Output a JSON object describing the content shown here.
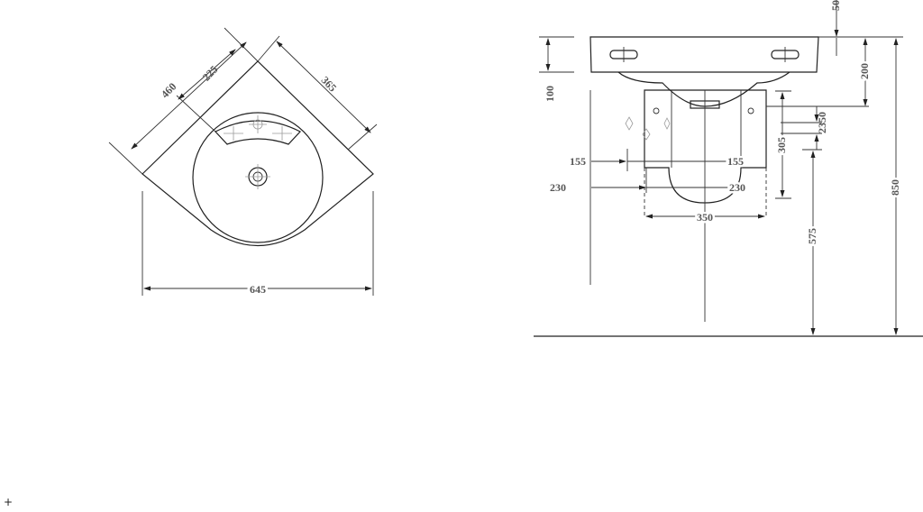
{
  "top_view": {
    "dim_diagonal_outer": "460",
    "dim_diagonal_inner": "225",
    "dim_side": "365",
    "dim_width": "645"
  },
  "side_view": {
    "dim_lip": "50",
    "dim_rim_height": "100",
    "dim_rim_to_waste": "200",
    "dim_trap_offset": "2350",
    "dim_trap_height": "305",
    "dim_fix_left_1": "155",
    "dim_fix_right_1": "155",
    "dim_fix_left_2": "230",
    "dim_fix_right_2": "230",
    "dim_trap_width": "350",
    "dim_waste_height": "575",
    "dim_total_height": "850"
  },
  "corner_mark": "+"
}
